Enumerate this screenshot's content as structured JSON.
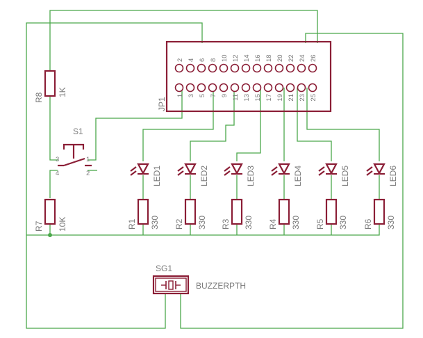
{
  "connector": {
    "name": "JP1",
    "top_row_labels": [
      "2",
      "4",
      "6",
      "8",
      "10",
      "12",
      "14",
      "16",
      "18",
      "20",
      "22",
      "24",
      "26"
    ],
    "bottom_row_labels": [
      "1",
      "3",
      "5",
      "7",
      "9",
      "11",
      "13",
      "15",
      "17",
      "19",
      "21",
      "23",
      "25"
    ]
  },
  "resistor_top": {
    "name": "R8",
    "value": "1K"
  },
  "resistor_pull": {
    "name": "R7",
    "value": "10K"
  },
  "switch": {
    "name": "S1",
    "pin3": "3",
    "pin1": "1",
    "pin4": "4",
    "pin2": "2"
  },
  "leds": [
    {
      "name": "LED1",
      "r_name": "R1",
      "r_value": "330"
    },
    {
      "name": "LED2",
      "r_name": "R2",
      "r_value": "330"
    },
    {
      "name": "LED3",
      "r_name": "R3",
      "r_value": "330"
    },
    {
      "name": "LED4",
      "r_name": "R4",
      "r_value": "330"
    },
    {
      "name": "LED5",
      "r_name": "R5",
      "r_value": "330"
    },
    {
      "name": "LED6",
      "r_name": "R6",
      "r_value": "330"
    }
  ],
  "buzzer": {
    "name": "SG1",
    "value": "BUZZERPTH"
  },
  "colors": {
    "wire": "#4aa84a",
    "part": "#8b1e36",
    "text": "#7a7a7a"
  }
}
